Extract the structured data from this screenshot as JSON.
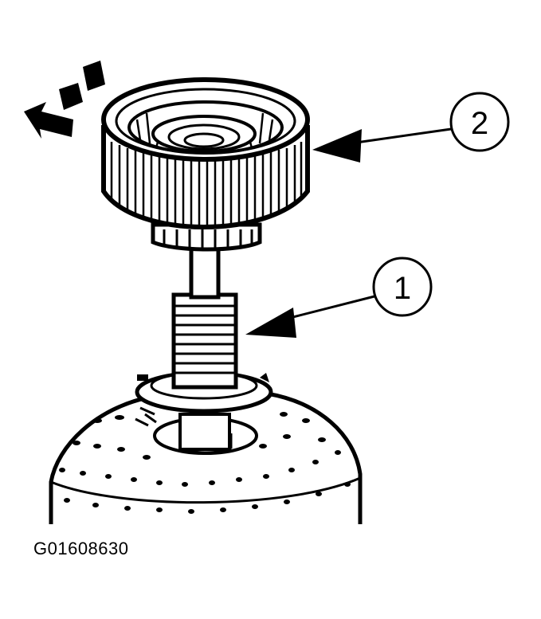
{
  "figure": {
    "id_code": "G01608630",
    "callouts": [
      {
        "number": "1",
        "refers_to": "shaft"
      },
      {
        "number": "2",
        "refers_to": "drum"
      }
    ]
  },
  "colors": {
    "ink": "#000000",
    "paper": "#ffffff"
  }
}
